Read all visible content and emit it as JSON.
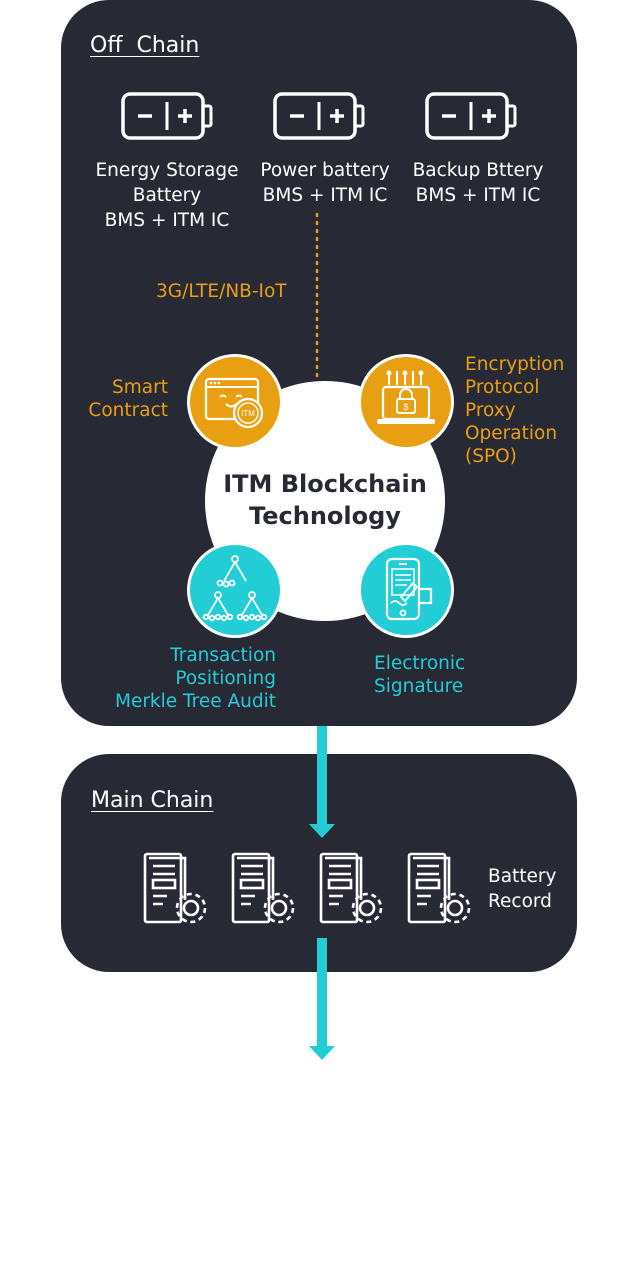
{
  "off_chain": {
    "title": "Off  Chain",
    "batteries": [
      {
        "icon": "battery-icon",
        "label": [
          "Energy Storage",
          "Battery",
          "BMS + ITM IC"
        ]
      },
      {
        "icon": "battery-icon",
        "label": [
          "Power battery",
          "BMS + ITM IC"
        ]
      },
      {
        "icon": "battery-icon",
        "label": [
          "Backup Bttery",
          "BMS + ITM IC"
        ]
      }
    ],
    "network_label": "3G/LTE/NB-IoT",
    "center": {
      "line1": "ITM Blockchain",
      "line2": "Technology"
    },
    "nodes": {
      "smart_contract": {
        "icon": "browser-window-icon",
        "badge": "ITM",
        "label": [
          "Smart",
          "Contract"
        ]
      },
      "encryption": {
        "icon": "circuit-chip-icon",
        "label": [
          "Encryption",
          "Protocol",
          "Proxy",
          "Operation",
          "(SPO)"
        ]
      },
      "transaction": {
        "icon": "merkle-tree-icon",
        "label": [
          "Transaction",
          "Positioning",
          "Merkle Tree Audit"
        ]
      },
      "signature": {
        "icon": "phone-signature-icon",
        "label": [
          "Electronic",
          "Signature"
        ]
      }
    }
  },
  "main_chain": {
    "title": "Main Chain",
    "records_count": 4,
    "records_icon": "document-gear-icon",
    "records_label": [
      "Battery",
      "Record"
    ]
  },
  "colors": {
    "panel": "#272935",
    "orange": "#e8a012",
    "cyan": "#23cdd6",
    "white": "#ffffff"
  }
}
